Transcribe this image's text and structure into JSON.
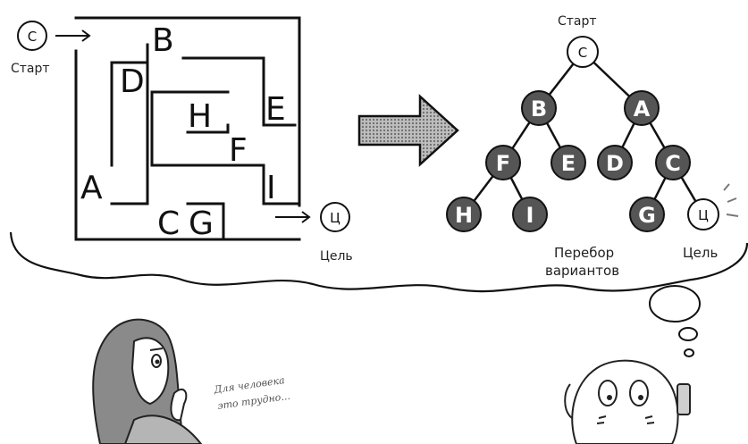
{
  "maze": {
    "start_node": "С",
    "start_label": "Старт",
    "goal_node": "Ц",
    "goal_label": "Цель",
    "letters": {
      "a": "A",
      "b": "B",
      "c": "C",
      "d": "D",
      "e": "E",
      "f": "F",
      "g": "G",
      "h": "H",
      "i": "I"
    }
  },
  "tree": {
    "start_label": "Старт",
    "root": "С",
    "nodes": {
      "b": "B",
      "a": "A",
      "f": "F",
      "e": "E",
      "d": "D",
      "c": "C",
      "h": "H",
      "i": "I",
      "g": "G"
    },
    "goal_node": "Ц",
    "goal_label": "Цель",
    "caption_line1": "Перебор",
    "caption_line2": "вариантов"
  },
  "speech": {
    "line1": "Для человека",
    "line2": "это трудно..."
  },
  "colors": {
    "node_fill": "#555555",
    "arrow_fill": "#999999",
    "ink": "#111111"
  }
}
